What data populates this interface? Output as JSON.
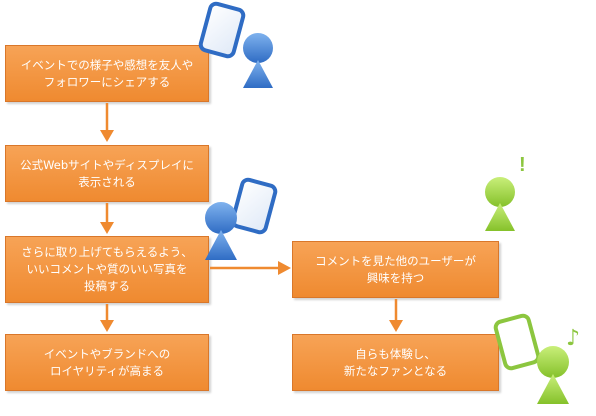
{
  "steps": {
    "s1": "イベントでの様子や感想を友人や\nフォロワーにシェアする",
    "s2": "公式Webサイトやディスプレイに\n表示される",
    "s3": "さらに取り上げてもらえるよう、\nいいコメントや質のいい写真を\n投稿する",
    "s4": "イベントやブランドへの\nロイヤリティが高まる",
    "s5": "コメントを見た他のユーザーが\n興味を持つ",
    "s6": "自らも体験し、\n新たなファンとなる"
  },
  "marks": {
    "exclaim": "!",
    "note": "♪"
  },
  "colors": {
    "box": "#ef8a30",
    "arrow": "#ef8a30",
    "person_blue": "#3f7fd0",
    "person_green": "#9dd23c"
  }
}
